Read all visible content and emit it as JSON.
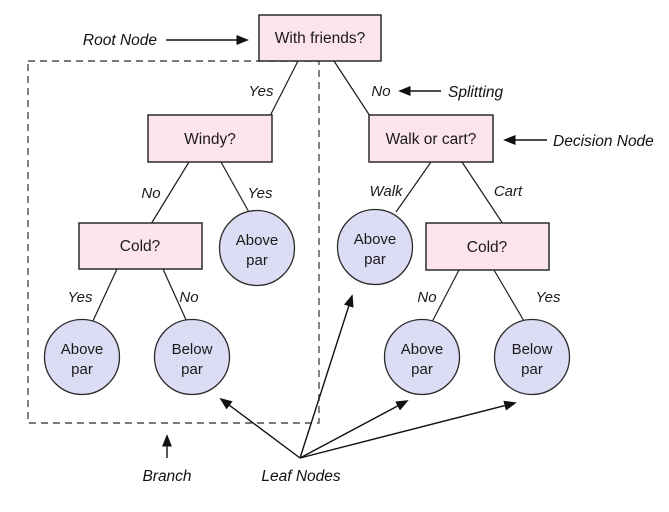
{
  "diagram": {
    "colors": {
      "background": "#ffffff",
      "decision_fill": "#fce4ee",
      "leaf_fill": "#dcdcf5",
      "node_stroke": "#2b2b2b",
      "line": "#1c1c1c",
      "dashed_border": "#4d4d4d",
      "text": "#1a1a1a"
    },
    "nodes": {
      "root": {
        "label": "With friends?"
      },
      "windy": {
        "label": "Windy?"
      },
      "walk_or_cart": {
        "label": "Walk or cart?"
      },
      "cold_left": {
        "label": "Cold?"
      },
      "cold_right": {
        "label": "Cold?"
      },
      "leaf_windy_yes": {
        "line1": "Above",
        "line2": "par"
      },
      "leaf_cold_left_yes": {
        "line1": "Above",
        "line2": "par"
      },
      "leaf_cold_left_no": {
        "line1": "Below",
        "line2": "par"
      },
      "leaf_walk": {
        "line1": "Above",
        "line2": "par"
      },
      "leaf_cold_right_no": {
        "line1": "Above",
        "line2": "par"
      },
      "leaf_cold_right_yes": {
        "line1": "Below",
        "line2": "par"
      }
    },
    "edge_labels": {
      "root_yes": "Yes",
      "root_no": "No",
      "windy_no": "No",
      "windy_yes": "Yes",
      "cold_left_yes": "Yes",
      "cold_left_no": "No",
      "walk": "Walk",
      "cart": "Cart",
      "cold_right_no": "No",
      "cold_right_yes": "Yes"
    },
    "annotations": {
      "root_node": "Root Node",
      "splitting": "Splitting",
      "decision_node": "Decision Node",
      "branch": "Branch",
      "leaf_nodes": "Leaf Nodes"
    }
  }
}
